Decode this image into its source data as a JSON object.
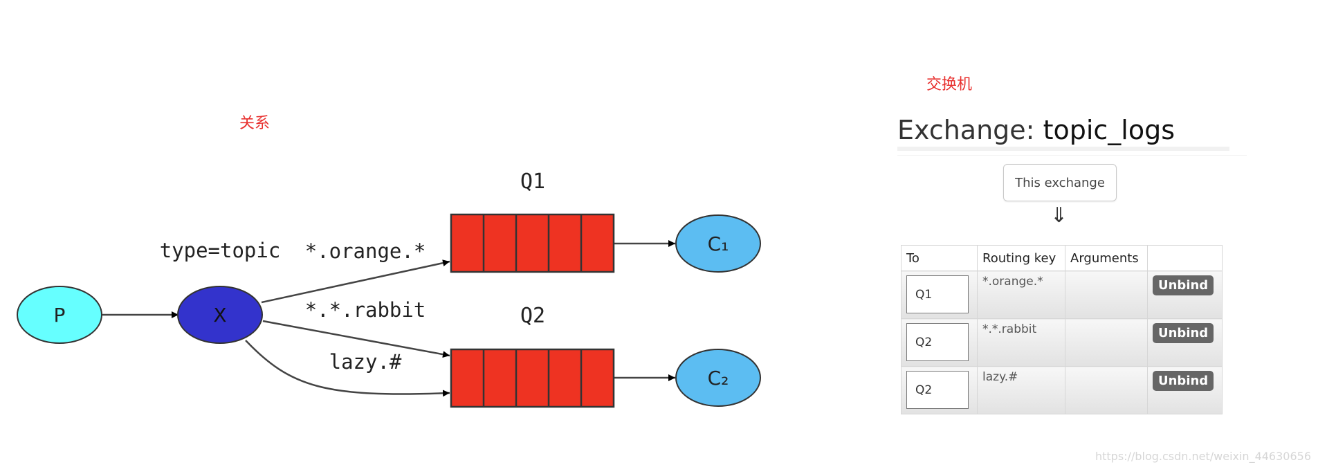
{
  "notes": {
    "relation": "关系",
    "exchange": "交换机"
  },
  "diagram": {
    "producer": "P",
    "exchange_node": "X",
    "exchange_type": "type=topic",
    "queues": [
      {
        "label": "Q1"
      },
      {
        "label": "Q2"
      }
    ],
    "consumers": [
      {
        "label": "C₁"
      },
      {
        "label": "C₂"
      }
    ],
    "routing_keys": [
      "*.orange.*",
      "*.*.rabbit",
      "lazy.#"
    ],
    "colors": {
      "producer": "#66ffff",
      "exchange": "#3333cc",
      "queue": "#ee3322",
      "consumer": "#5cbdf2"
    }
  },
  "exchange": {
    "title_prefix": "Exchange:",
    "name": "topic_logs",
    "this_exchange_button": "This exchange",
    "arrow": "⇓",
    "columns": {
      "to": "To",
      "routing_key": "Routing key",
      "arguments": "Arguments",
      "action": ""
    },
    "bindings": [
      {
        "to": "Q1",
        "routing_key": "*.orange.*",
        "arguments": "",
        "action": "Unbind"
      },
      {
        "to": "Q2",
        "routing_key": "*.*.rabbit",
        "arguments": "",
        "action": "Unbind"
      },
      {
        "to": "Q2",
        "routing_key": "lazy.#",
        "arguments": "",
        "action": "Unbind"
      }
    ]
  },
  "watermark": "https://blog.csdn.net/weixin_44630656"
}
